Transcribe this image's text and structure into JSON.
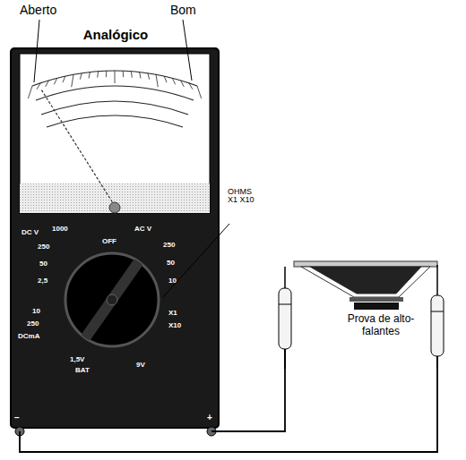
{
  "diagram": {
    "nodes": [
      {
        "text": [
          "Analógico"
        ]
      },
      {
        "text": [
          "Prova de alto-falantes"
        ]
      }
    ],
    "edges": [
      {
        "from": 0,
        "to": 1,
        "arrow": "none"
      },
      {
        "from": 0,
        "to": 1,
        "arrow": "none"
      }
    ],
    "labels": [
      "Aberto",
      "Bom",
      "OHMS X1 X10",
      "DC V",
      "1000",
      "250",
      "50",
      "2,5",
      "10",
      "250",
      "DCmA",
      "OFF",
      "AC V",
      "250",
      "50",
      "10",
      "X1",
      "X10",
      "1,5V",
      "BAT",
      "9V",
      "−",
      "+"
    ]
  }
}
